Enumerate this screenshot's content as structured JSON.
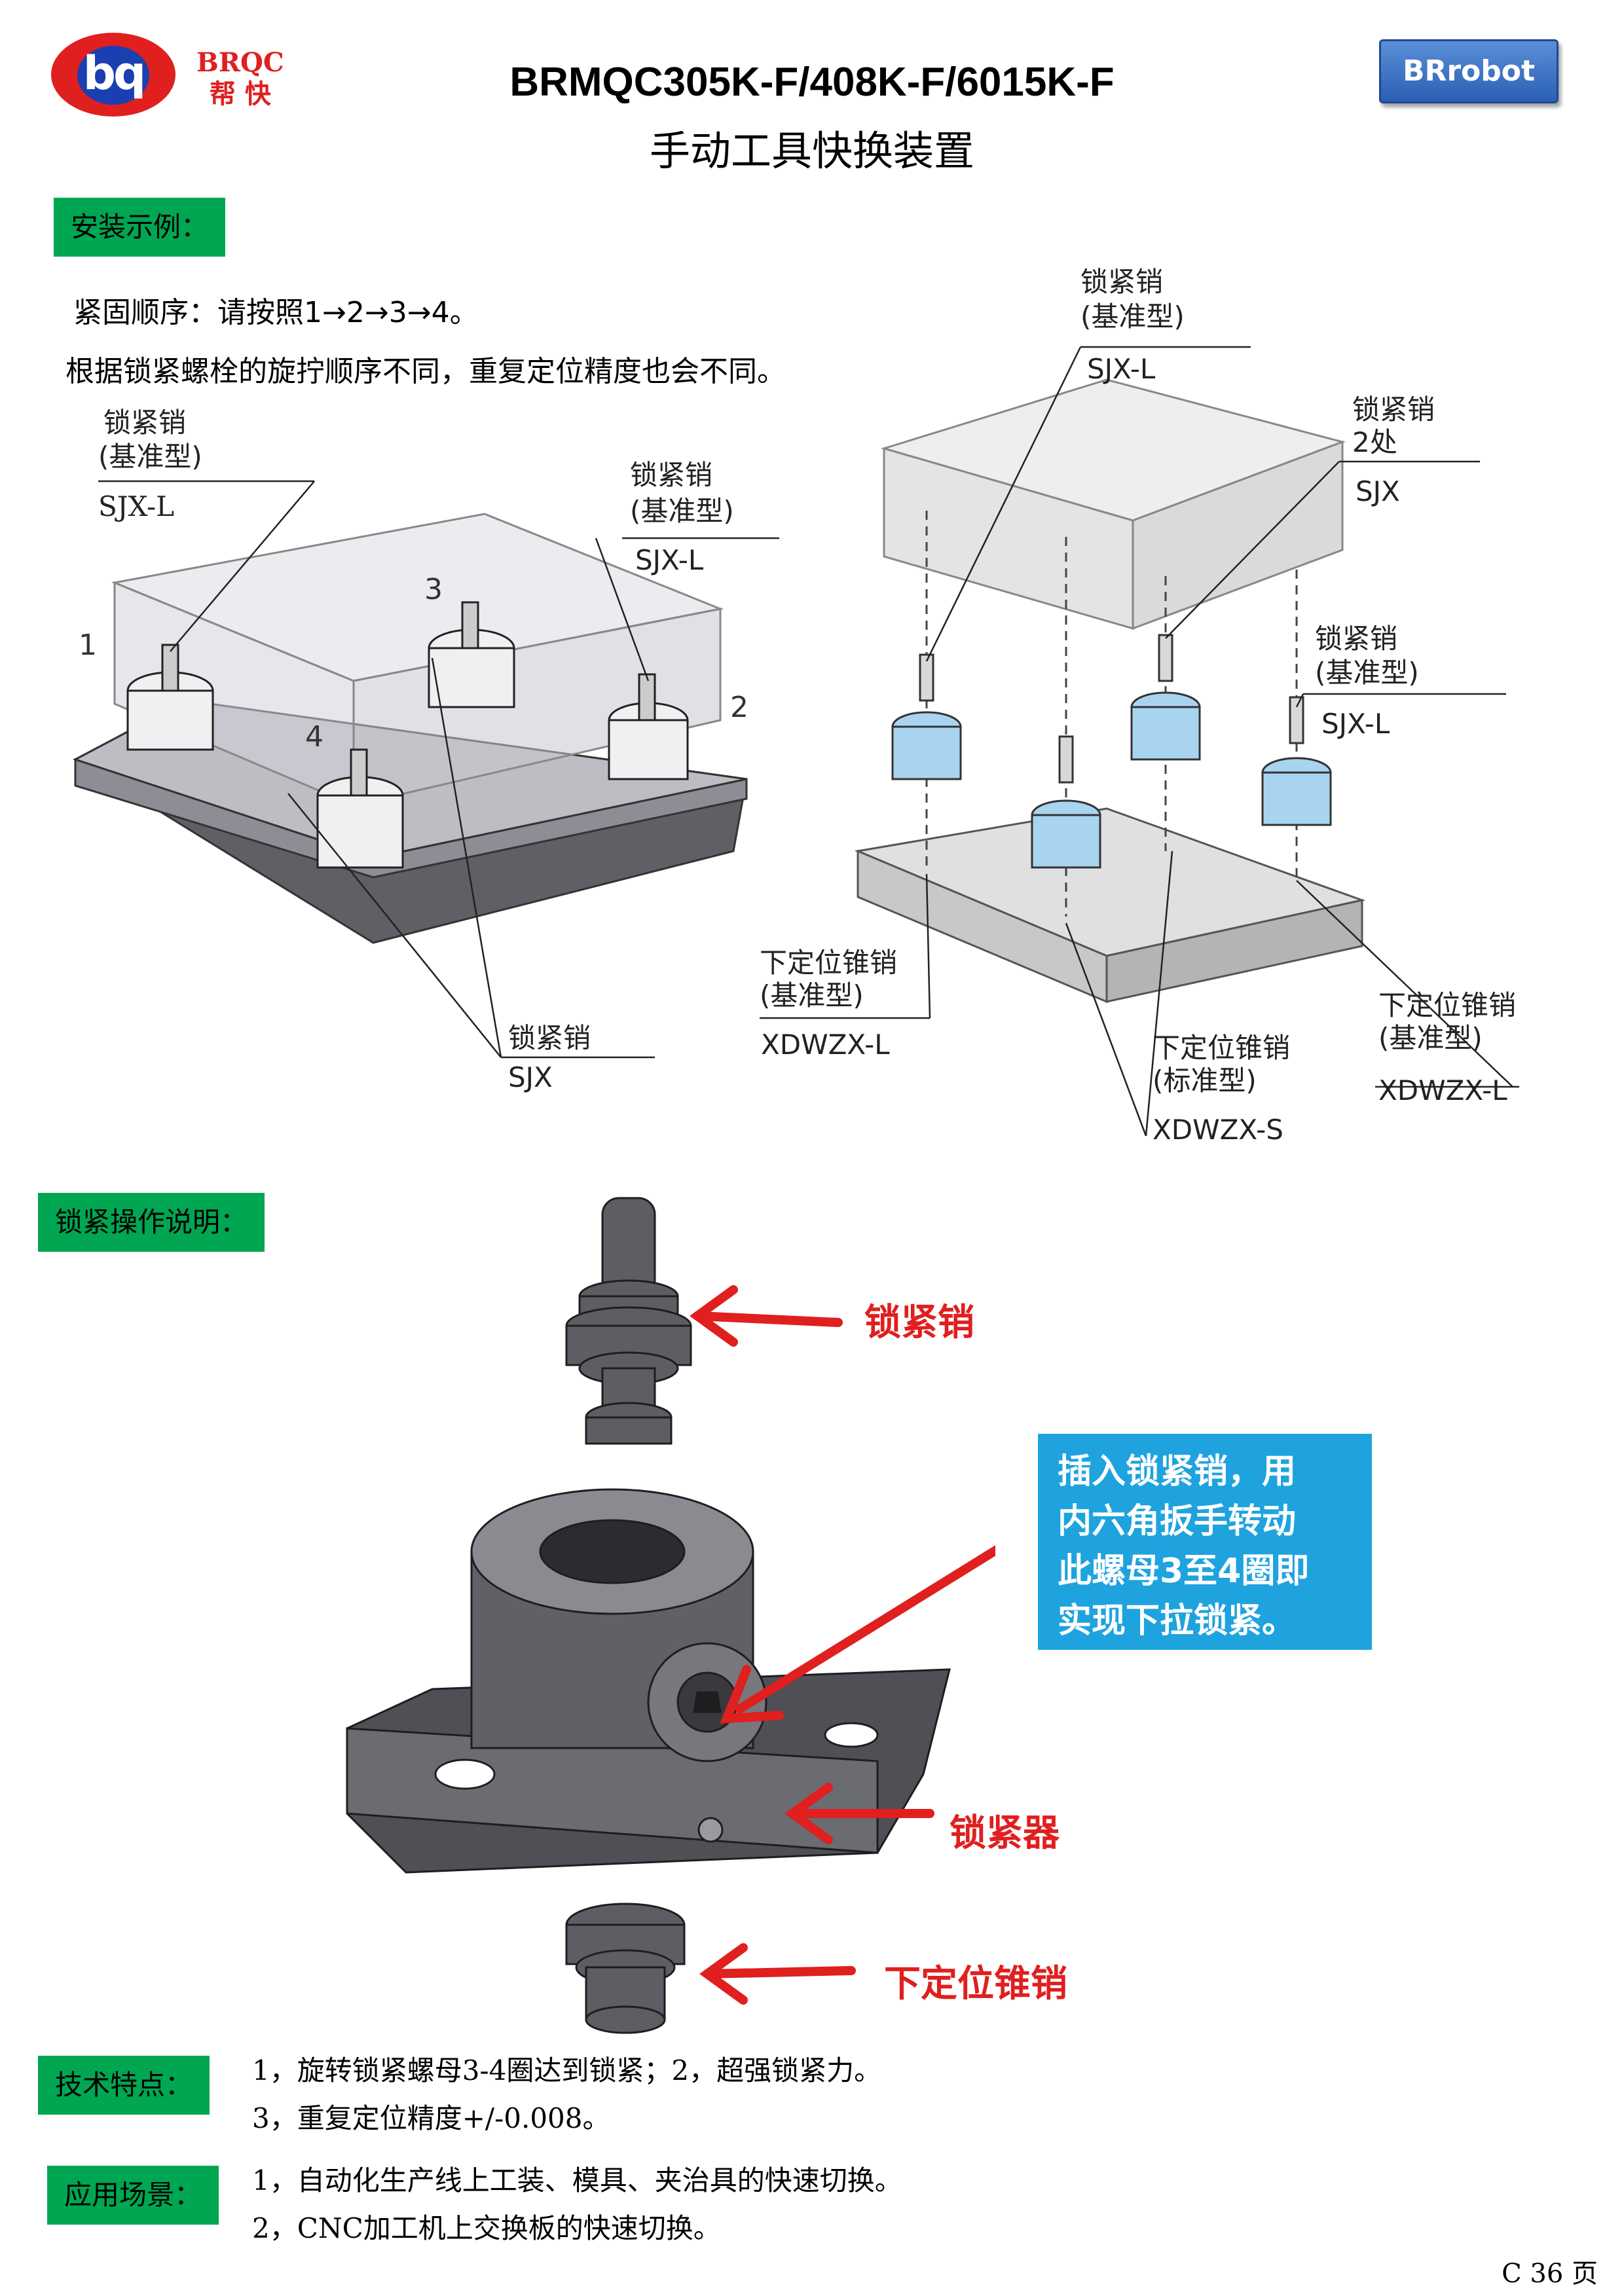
{
  "header": {
    "logo_letters": "bq",
    "brand_line1": "BRQC",
    "brand_line2": "帮 快",
    "badge": "BRrobot",
    "title_line1": "BRMQC305K-F/408K-F/6015K-F",
    "title_line2": "手动工具快换装置"
  },
  "section_install": {
    "tag": "安装示例：",
    "note1": "紧固顺序：请按照1→2→3→4。",
    "note2": "根据锁紧螺栓的旋拧顺序不同，重复定位精度也会不同。",
    "left_diagram": {
      "label_a": {
        "name": "锁紧销",
        "type": "(基准型)",
        "code": "SJX-L"
      },
      "label_b": {
        "name": "锁紧销",
        "type": "(基准型)",
        "code": "SJX-L"
      },
      "label_c": {
        "name": "锁紧销",
        "code": "SJX"
      },
      "numbers": [
        "1",
        "2",
        "3",
        "4"
      ]
    },
    "right_diagram": {
      "label_top": {
        "name": "锁紧销",
        "type": "(基准型)",
        "code": "SJX-L"
      },
      "label_2x": {
        "name": "锁紧销",
        "count": "2处",
        "code": "SJX"
      },
      "label_right": {
        "name": "锁紧销",
        "type": "(基准型)",
        "code": "SJX-L"
      },
      "label_bottom_left": {
        "name": "下定位锥销",
        "type": "(基准型)",
        "code": "XDWZX-L"
      },
      "label_bottom_mid": {
        "name": "下定位锥销",
        "type": "(标准型)",
        "code": "XDWZX-S"
      },
      "label_bottom_right": {
        "name": "下定位锥销",
        "type": "(基准型)",
        "code": "XDWZX-L"
      }
    }
  },
  "section_lock": {
    "tag": "锁紧操作说明：",
    "arrow_pin": "锁紧销",
    "arrow_locker": "锁紧器",
    "arrow_cone": "下定位锥销",
    "callout": [
      "插入锁紧销，用",
      "内六角扳手转动",
      "此螺母3至4圈即",
      "实现下拉锁紧。"
    ]
  },
  "features": {
    "tag": "技术特点：",
    "line1": "1，旋转锁紧螺母3-4圈达到锁紧；2，超强锁紧力。",
    "line2": "3，重复定位精度+/-0.008。"
  },
  "applications": {
    "tag": "应用场景：",
    "line1": "1，自动化生产线上工装、模具、夹治具的快速切换。",
    "line2": "2，CNC加工机上交换板的快速切换。"
  },
  "footer": {
    "page": "C 36 页"
  },
  "colors": {
    "tag_green": "#00a651",
    "callout_blue": "#1ea3df",
    "arrow_red": "#e01f1f",
    "badge_blue": "#2b5fb4"
  }
}
